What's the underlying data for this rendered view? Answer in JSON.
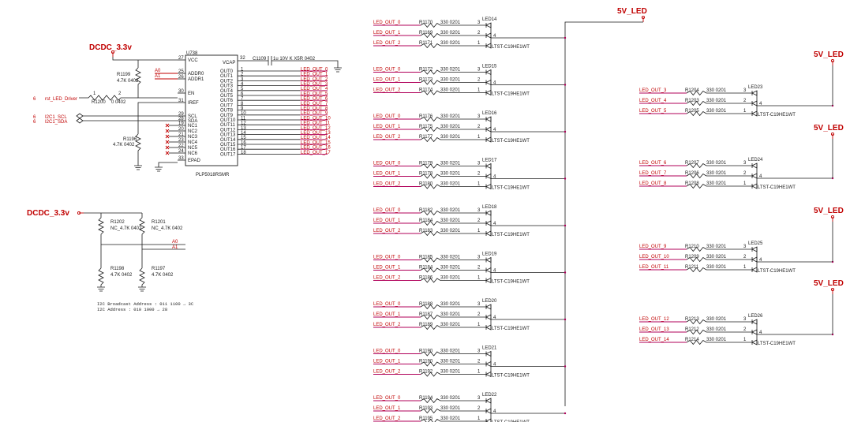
{
  "power": {
    "dcdc": "DCDC_3.3v",
    "led5v": "5V_LED"
  },
  "ic": {
    "ref": "U738",
    "part": "PLP5018RSMR",
    "left_pins": [
      {
        "num": "27",
        "name": "VCC"
      },
      {
        "num": "25",
        "name": "ADDR0"
      },
      {
        "num": "26",
        "name": "ADDR1"
      },
      {
        "num": "30",
        "name": "EN"
      },
      {
        "num": "31",
        "name": "IREF"
      },
      {
        "num": "29",
        "name": "SCL"
      },
      {
        "num": "28",
        "name": "SDA"
      },
      {
        "num": "19",
        "name": "NC1"
      },
      {
        "num": "20",
        "name": "NC2"
      },
      {
        "num": "21",
        "name": "NC3"
      },
      {
        "num": "23",
        "name": "NC4"
      },
      {
        "num": "22",
        "name": "NC5"
      },
      {
        "num": "24",
        "name": "NC6"
      },
      {
        "num": "33",
        "name": "EPAD"
      }
    ],
    "vcap": {
      "num": "32",
      "name": "VCAP"
    },
    "right_pins": [
      {
        "num": "1",
        "name": "OUT0",
        "net": "LED_OUT_0"
      },
      {
        "num": "2",
        "name": "OUT1",
        "net": "LED_OUT_1"
      },
      {
        "num": "3",
        "name": "OUT2",
        "net": "LED_OUT_2"
      },
      {
        "num": "4",
        "name": "OUT3",
        "net": "LED_OUT_3"
      },
      {
        "num": "5",
        "name": "OUT4",
        "net": "LED_OUT_4"
      },
      {
        "num": "6",
        "name": "OUT5",
        "net": "LED_OUT_5"
      },
      {
        "num": "7",
        "name": "OUT6",
        "net": "LED_OUT_6"
      },
      {
        "num": "8",
        "name": "OUT7",
        "net": "LED_OUT_7"
      },
      {
        "num": "9",
        "name": "OUT8",
        "net": "LED_OUT_8"
      },
      {
        "num": "10",
        "name": "OUT9",
        "net": "LED_OUT_9"
      },
      {
        "num": "11",
        "name": "OUT10",
        "net": "LED_OUT_10"
      },
      {
        "num": "12",
        "name": "OUT11",
        "net": "LED_OUT_11"
      },
      {
        "num": "13",
        "name": "OUT12",
        "net": "LED_OUT_12"
      },
      {
        "num": "14",
        "name": "OUT13",
        "net": "LED_OUT_13"
      },
      {
        "num": "15",
        "name": "OUT14",
        "net": "LED_OUT_14"
      },
      {
        "num": "16",
        "name": "OUT15",
        "net": "LED_OUT_15"
      },
      {
        "num": "17",
        "name": "OUT16",
        "net": "LED_OUT_16"
      },
      {
        "num": "18",
        "name": "OUT17",
        "net": "LED_OUT_17"
      }
    ]
  },
  "cap": {
    "ref": "C1109",
    "value": "1u 10V K X5R 0402"
  },
  "addr_nets": {
    "a0": "A0",
    "a1": "A1"
  },
  "r1199": {
    "ref": "R1199",
    "value": "4.7K 0402"
  },
  "r1200": {
    "ref": "R1200",
    "value": "0 0402",
    "pin1": "1",
    "pin2": "2"
  },
  "r1196": {
    "ref": "R1196",
    "value": "4.7K 0402"
  },
  "inputs": {
    "rst": {
      "sheet": "6",
      "name": "rst_LED_Driver"
    },
    "scl": {
      "sheet": "6",
      "name": "I2C1_SCL"
    },
    "sda": {
      "sheet": "6",
      "name": "I2C1_SDA"
    }
  },
  "addr_resistors": {
    "r1202": {
      "ref": "R1202",
      "value": "NC_4.7K 0402"
    },
    "r1201": {
      "ref": "R1201",
      "value": "NC_4.7K 0402"
    },
    "r1198": {
      "ref": "R1198",
      "value": "4.7K 0402"
    },
    "r1197": {
      "ref": "R1197",
      "value": "4.7K 0402"
    }
  },
  "notes": [
    "I2C Broadcast Address : 011 1100 → 3C",
    "I2C  Address : 010  1000 → 28"
  ],
  "led_part": "LTST-C19HE1WT",
  "res_value": "330 0201",
  "left_leds": [
    {
      "ref": "LED14",
      "nets": [
        "LED_OUT_0",
        "LED_OUT_1",
        "LED_OUT_2"
      ],
      "res": [
        "R1170",
        "R1169",
        "R1171"
      ]
    },
    {
      "ref": "LED15",
      "nets": [
        "LED_OUT_0",
        "LED_OUT_1",
        "LED_OUT_2"
      ],
      "res": [
        "R1172",
        "R1173",
        "R1174"
      ]
    },
    {
      "ref": "LED16",
      "nets": [
        "LED_OUT_0",
        "LED_OUT_1",
        "LED_OUT_2"
      ],
      "res": [
        "R1176",
        "R1175",
        "R1177"
      ]
    },
    {
      "ref": "LED17",
      "nets": [
        "LED_OUT_0",
        "LED_OUT_1",
        "LED_OUT_2"
      ],
      "res": [
        "R1179",
        "R1178",
        "R1180"
      ]
    },
    {
      "ref": "LED18",
      "nets": [
        "LED_OUT_0",
        "LED_OUT_1",
        "LED_OUT_2"
      ],
      "res": [
        "R1182",
        "R1184",
        "R1183"
      ]
    },
    {
      "ref": "LED19",
      "nets": [
        "LED_OUT_0",
        "LED_OUT_1",
        "LED_OUT_2"
      ],
      "res": [
        "R1185",
        "R1184",
        "R1186"
      ]
    },
    {
      "ref": "LED20",
      "nets": [
        "LED_OUT_0",
        "LED_OUT_1",
        "LED_OUT_2"
      ],
      "res": [
        "R1188",
        "R1187",
        "R1189"
      ]
    },
    {
      "ref": "LED21",
      "nets": [
        "LED_OUT_0",
        "LED_OUT_1",
        "LED_OUT_2"
      ],
      "res": [
        "R1190",
        "R1190",
        "R1192"
      ]
    },
    {
      "ref": "LED22",
      "nets": [
        "LED_OUT_0",
        "LED_OUT_1",
        "LED_OUT_2"
      ],
      "res": [
        "R1194",
        "R1193",
        "R1195"
      ]
    }
  ],
  "right_leds": [
    {
      "ref": "LED23",
      "nets": [
        "LED_OUT_3",
        "LED_OUT_4",
        "LED_OUT_5"
      ],
      "res": [
        "R1204",
        "R1203",
        "R1205"
      ]
    },
    {
      "ref": "LED24",
      "nets": [
        "LED_OUT_6",
        "LED_OUT_7",
        "LED_OUT_8"
      ],
      "res": [
        "R1207",
        "R1206",
        "R1208"
      ]
    },
    {
      "ref": "LED25",
      "nets": [
        "LED_OUT_9",
        "LED_OUT_10",
        "LED_OUT_11"
      ],
      "res": [
        "R1210",
        "R1209",
        "R1211"
      ]
    },
    {
      "ref": "LED26",
      "nets": [
        "LED_OUT_12",
        "LED_OUT_13",
        "LED_OUT_14"
      ],
      "res": [
        "R1213",
        "R1212",
        "R1214"
      ]
    }
  ]
}
